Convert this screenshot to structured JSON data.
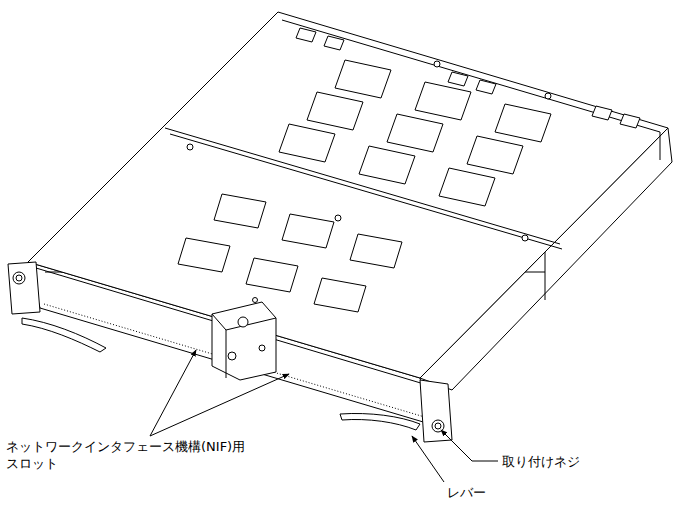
{
  "diagram": {
    "labels": [
      "ネットワークインタフェース機構(NIF)用 スロット",
      "取り付けネジ",
      "レバー"
    ]
  }
}
